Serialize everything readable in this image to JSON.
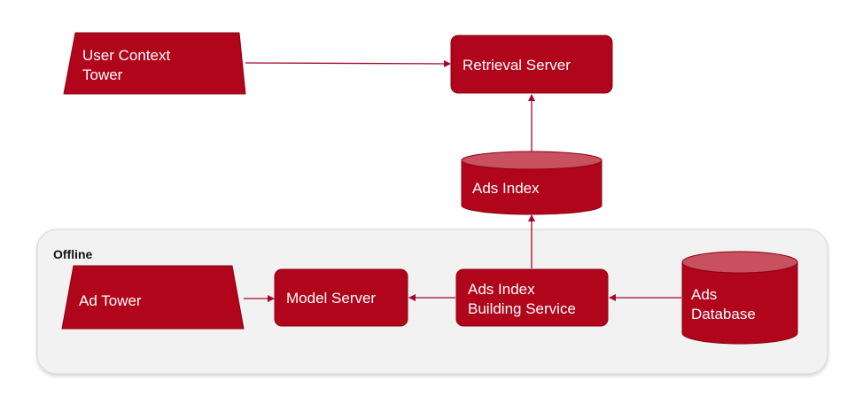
{
  "diagram": {
    "offline_label": "Offline",
    "user_context_tower": {
      "line1": "User Context",
      "line2": "Tower"
    },
    "retrieval_server": "Retrieval Server",
    "ads_index": "Ads Index",
    "ad_tower": "Ad Tower",
    "model_server": "Model Server",
    "ads_index_building_service": {
      "line1": "Ads Index",
      "line2": "Building Service"
    },
    "ads_database": {
      "line1": "Ads",
      "line2": "Database"
    }
  },
  "colors": {
    "node_fill": "#b0051b",
    "node_stroke": "#8a0416",
    "cylinder_top": "#c8505f",
    "arrow": "#a3082a",
    "region_fill": "#f2f2f2",
    "region_stroke": "#d8d8d8"
  }
}
